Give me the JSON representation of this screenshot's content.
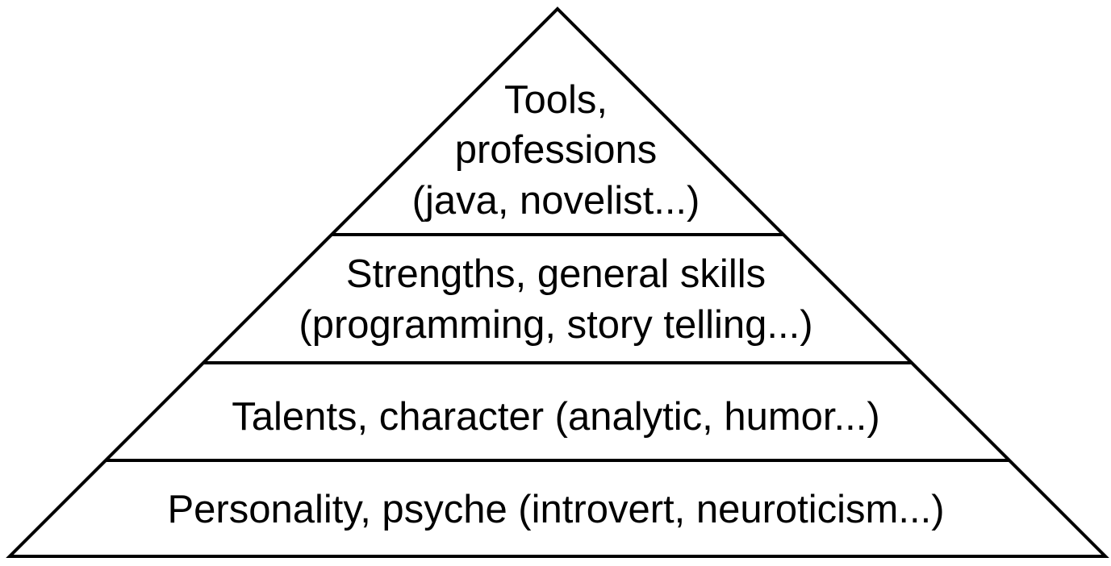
{
  "colors": {
    "background": "#ffffff",
    "line": "#000000",
    "text": "#000000"
  },
  "tiers": [
    {
      "id": "tools",
      "lines": [
        "Tools,",
        "professions",
        "(java, novelist...)"
      ]
    },
    {
      "id": "strengths",
      "lines": [
        "Strengths, general skills",
        "(programming, story telling...)"
      ]
    },
    {
      "id": "talents",
      "lines": [
        "Talents, character (analytic, humor...)"
      ]
    },
    {
      "id": "personality",
      "lines": [
        "Personality, psyche (introvert, neuroticism...)"
      ]
    }
  ]
}
